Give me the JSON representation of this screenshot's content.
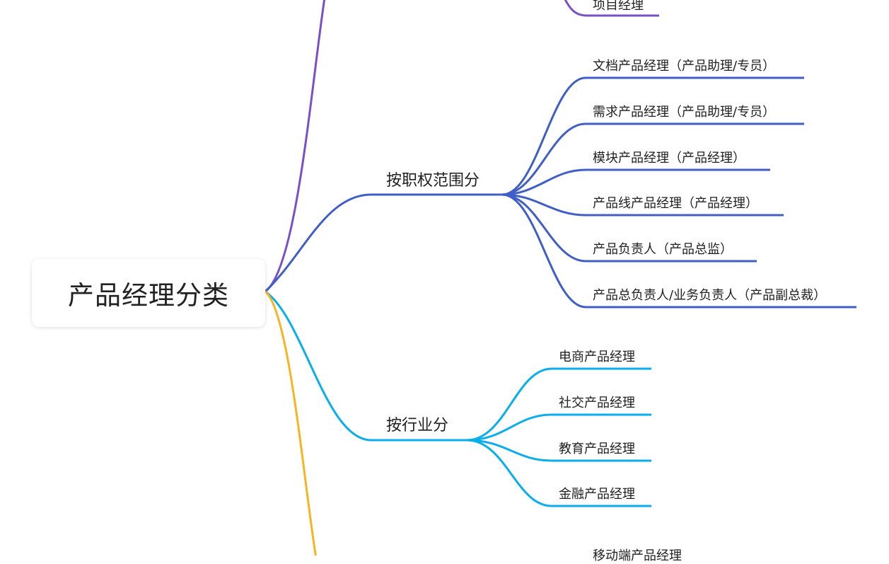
{
  "root": {
    "label": "产品经理分类"
  },
  "colors": {
    "purple": "#7B4FC7",
    "blue": "#3F5FC7",
    "cyan": "#0AAEEB",
    "yellow": "#F7B421"
  },
  "top_branch": {
    "leaf_top": "项目经理"
  },
  "branch_scope": {
    "label": "按职权范围分",
    "leaves": [
      "文档产品经理（产品助理/专员）",
      "需求产品经理（产品助理/专员）",
      "模块产品经理（产品经理）",
      "产品线产品经理（产品经理）",
      "产品负责人（产品总监）",
      "产品总负责人/业务负责人（产品副总裁）"
    ]
  },
  "branch_industry": {
    "label": "按行业分",
    "leaves": [
      "电商产品经理",
      "社交产品经理",
      "教育产品经理",
      "金融产品经理"
    ]
  },
  "bottom_branch": {
    "leaf_partial": "移动端产品经理"
  }
}
